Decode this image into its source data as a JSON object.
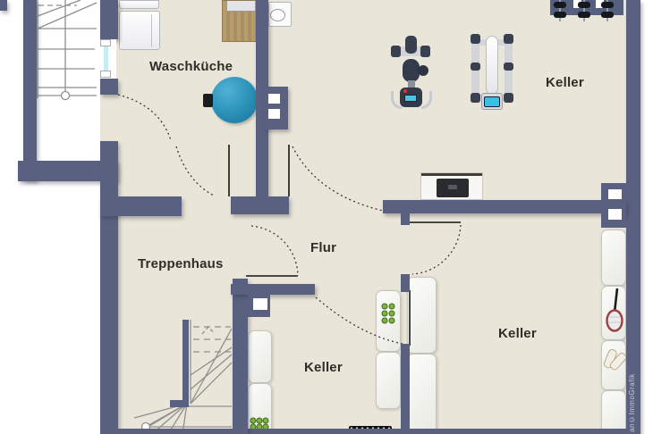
{
  "plan": {
    "rooms": {
      "waschkueche": {
        "label": "Waschküche"
      },
      "keller_top": {
        "label": "Keller"
      },
      "treppenhaus": {
        "label": "Treppenhaus"
      },
      "flur": {
        "label": "Flur"
      },
      "keller_mid": {
        "label": "Keller"
      },
      "keller_right": {
        "label": "Keller"
      }
    },
    "watermark": {
      "text": "an©ImmoGrafik"
    },
    "colors": {
      "wall": "#5a6080",
      "floor": "#e9e5d8",
      "exterior": "#ffffff",
      "boiler_blue": "#2f94ba",
      "window_glass": "#c8ecf2",
      "jar_green": "#7fb33c",
      "wood": "#b49a6a"
    },
    "icons": [
      "washing-machine",
      "sink-counter",
      "wall-basin",
      "boiler-tank",
      "chimney",
      "window",
      "exercise-bike",
      "strength-machine",
      "dumbbell-rack",
      "workbench",
      "storage-shelf",
      "preserve-jars",
      "bottle-crate",
      "tennis-racket",
      "sports-shoes",
      "exterior-stairs",
      "interior-stairs",
      "door-swing"
    ]
  }
}
